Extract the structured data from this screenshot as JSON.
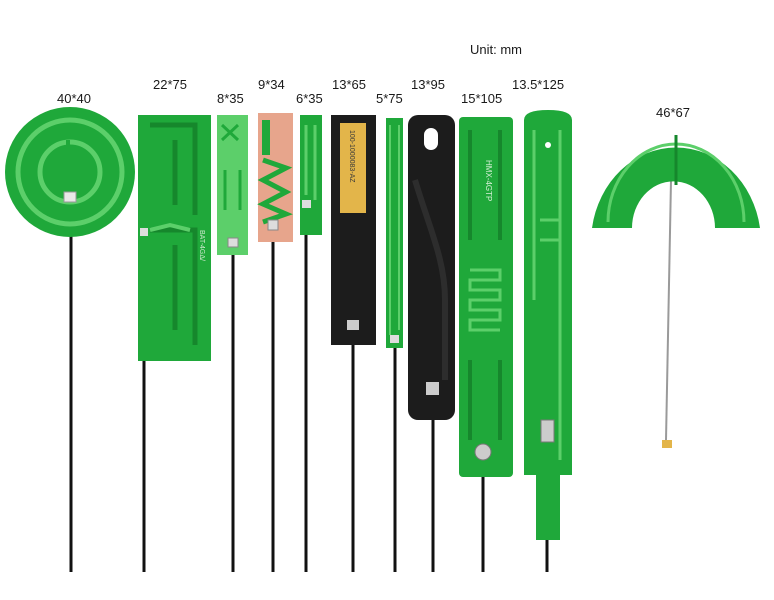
{
  "unit_label": "Unit: mm",
  "antennas": [
    {
      "size": "40*40"
    },
    {
      "size": "22*75",
      "board_print": "BAT-4GΔ/"
    },
    {
      "size": "8*35"
    },
    {
      "size": "9*34"
    },
    {
      "size": "6*35"
    },
    {
      "size": "13*65",
      "board_print": "100-1000083-AZ"
    },
    {
      "size": "5*75"
    },
    {
      "size": "13*95"
    },
    {
      "size": "15*105",
      "board_print": "HMX-4GTP"
    },
    {
      "size": "13.5*125"
    },
    {
      "size": "46*67"
    }
  ],
  "colors": {
    "pcb_green": "#1fa83a",
    "pcb_trace": "#5ccf6a",
    "pcb_dark_trace": "#16872c",
    "flex_black": "#1c1c1c",
    "cable": "#111111",
    "copper": "#e7a58c",
    "gold": "#e3b54a",
    "coax_grey": "#9a9a9a"
  }
}
